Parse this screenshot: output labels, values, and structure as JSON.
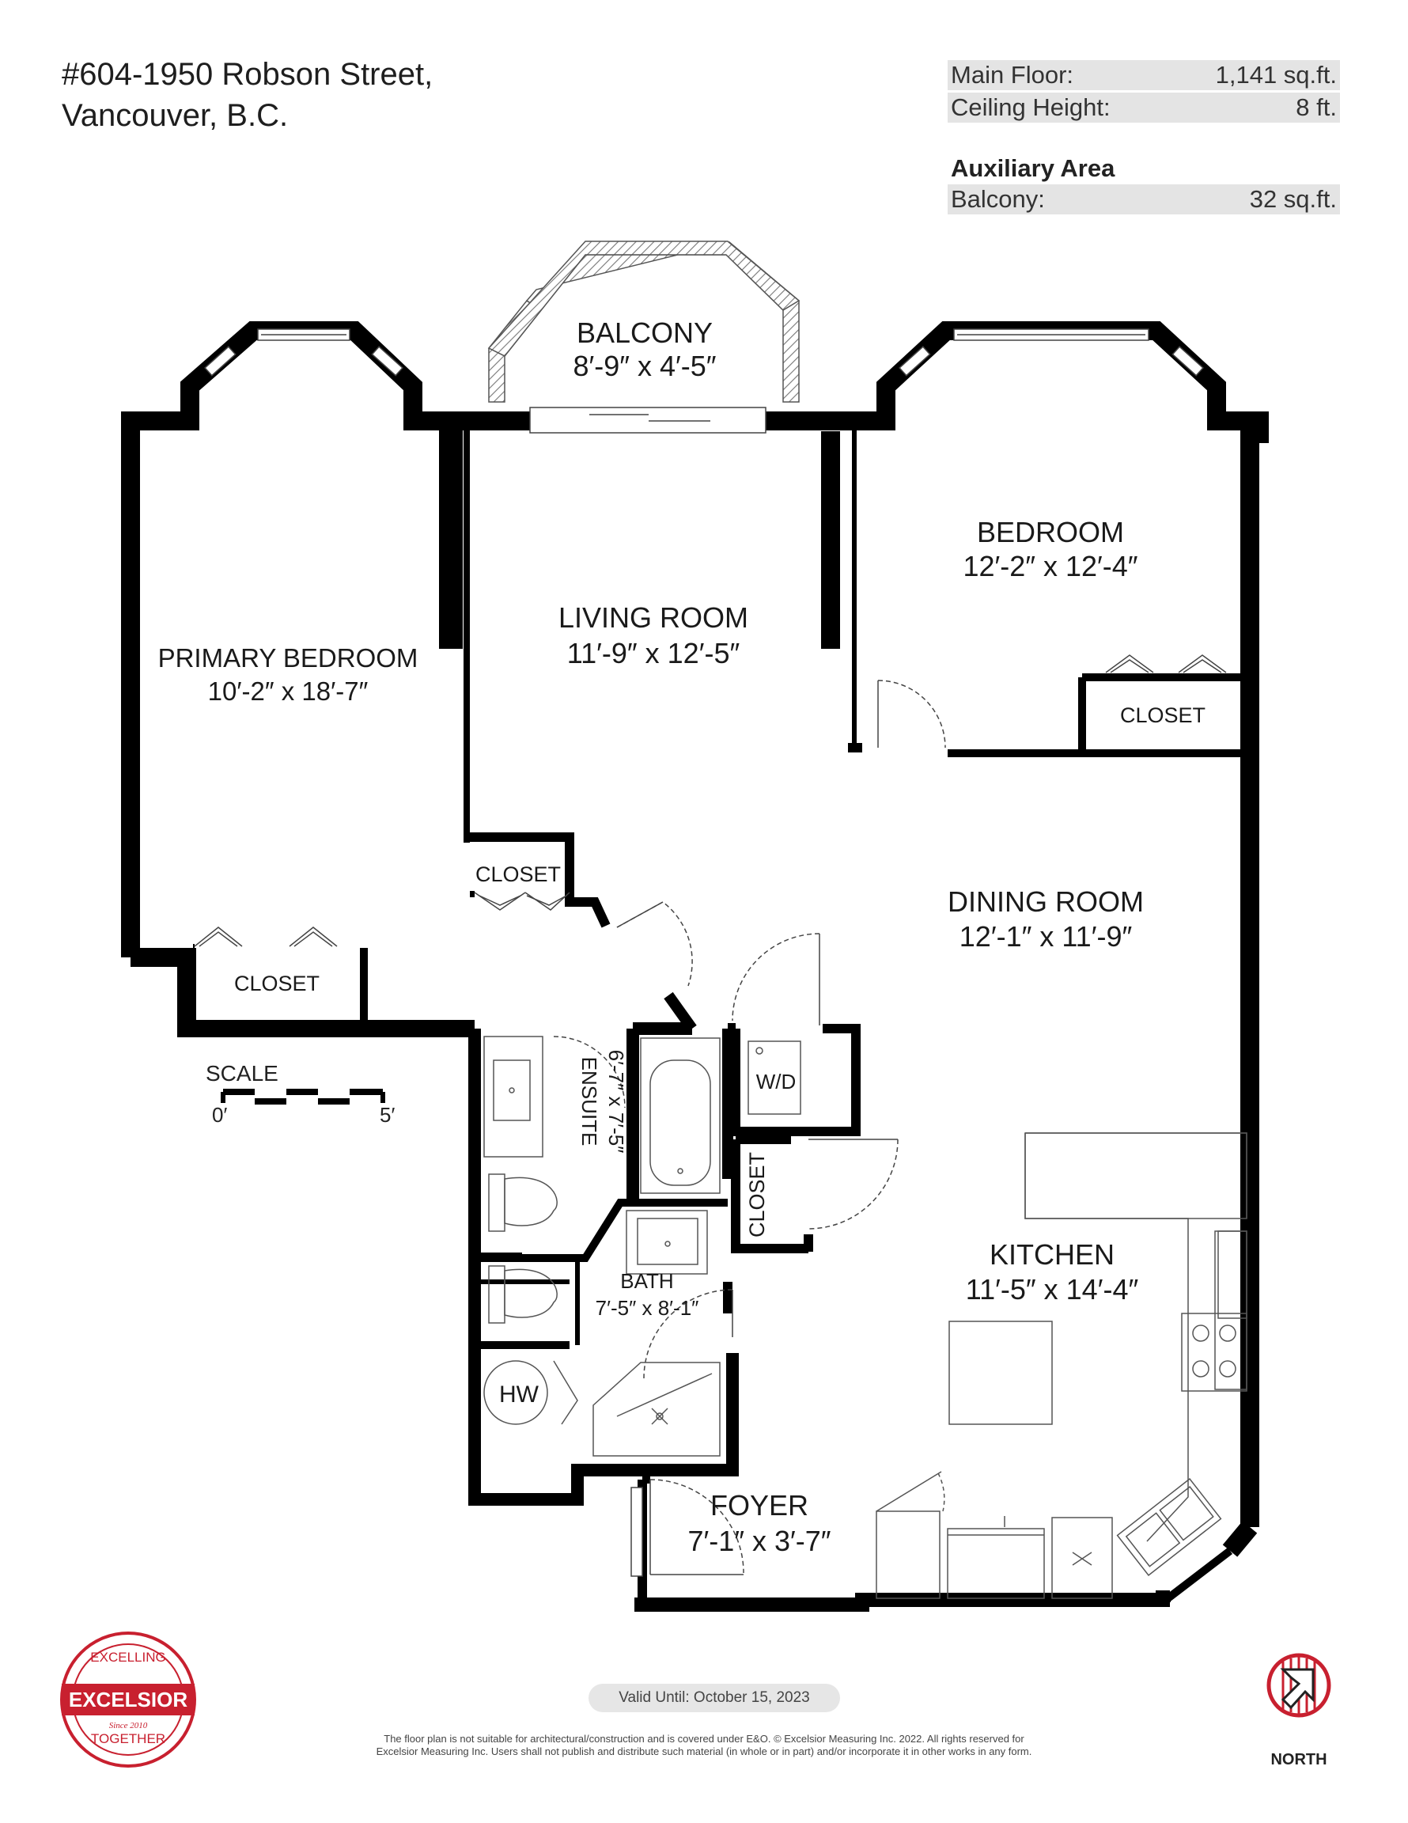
{
  "address": {
    "line1": "#604-1950 Robson Street,",
    "line2": "Vancouver, B.C."
  },
  "stats": {
    "main_floor_label": "Main Floor:",
    "main_floor_value": "1,141 sq.ft.",
    "ceiling_label": "Ceiling Height:",
    "ceiling_value": "8 ft.",
    "aux_title": "Auxiliary Area",
    "balcony_label": "Balcony:",
    "balcony_value": "32 sq.ft."
  },
  "rooms": {
    "balcony": {
      "name": "BALCONY",
      "dims": "8′-9″  x  4′-5″"
    },
    "living": {
      "name": "LIVING ROOM",
      "dims": "11′-9″  x  12′-5″"
    },
    "bedroom": {
      "name": "BEDROOM",
      "dims": "12′-2″  x  12′-4″"
    },
    "primary": {
      "name": "PRIMARY BEDROOM",
      "dims": "10′-2″  x  18′-7″"
    },
    "dining": {
      "name": "DINING ROOM",
      "dims": "12′-1″  x  11′-9″"
    },
    "kitchen": {
      "name": "KITCHEN",
      "dims": "11′-5″  x  14′-4″"
    },
    "ensuite": {
      "name": "ENSUITE",
      "dims": "6′-7″  x  7′-5″"
    },
    "bath": {
      "name": "BATH",
      "dims": "7′-5″  x  8′-1″"
    },
    "foyer": {
      "name": "FOYER",
      "dims": "7′-1″  x  3′-7″"
    }
  },
  "labels": {
    "closet": "CLOSET",
    "wd": "W/D",
    "hw": "HW",
    "scale": "SCALE",
    "scale_start": "0′",
    "scale_end": "5′"
  },
  "logo": {
    "name": "EXCELSIOR",
    "top": "EXCELLING",
    "bottom": "TOGETHER",
    "since": "Since 2010"
  },
  "valid_until": "Valid Until: October 15, 2023",
  "disclaimer_line1": "The floor plan is not suitable for architectural/construction and is covered under E&O. © Excelsior Measuring Inc. 2022. All rights reserved for",
  "disclaimer_line2": "Excelsior Measuring Inc. Users shall not publish and distribute such material (in whole or in part) and/or incorporate it in other works in any form.",
  "north": "NORTH",
  "colors": {
    "wall": "#000000",
    "accent": "#c8202f",
    "shade": "#e4e4e4"
  }
}
